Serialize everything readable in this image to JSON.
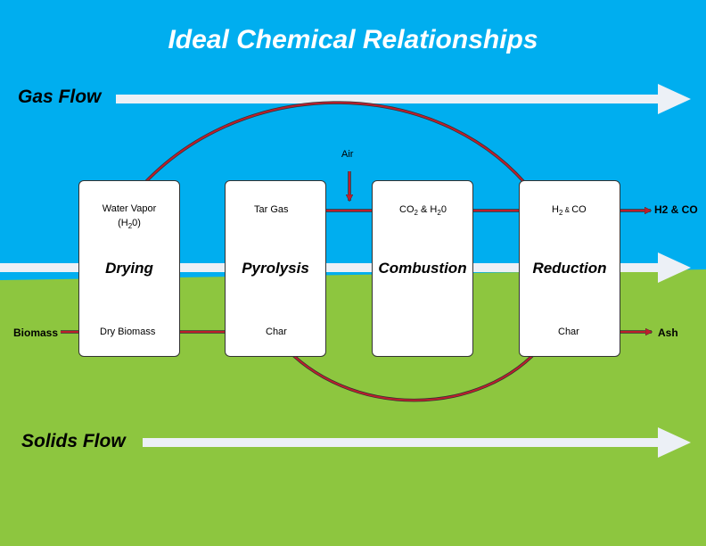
{
  "title": "Ideal Chemical Relationships",
  "flows": {
    "gas": "Gas Flow",
    "solids": "Solids Flow"
  },
  "stages": [
    {
      "name": "Drying"
    },
    {
      "name": "Pyrolysis"
    },
    {
      "name": "Combustion"
    },
    {
      "name": "Reduction"
    }
  ],
  "labels": {
    "biomass": "Biomass",
    "dry_biomass": "Dry Biomass",
    "water_vapor": "Water Vapor",
    "water_formula": {
      "a": "(H",
      "b": "2",
      "c": "0)"
    },
    "tar_gas": "Tar Gas",
    "air": "Air",
    "char_pyro": "Char",
    "co2_h2o": {
      "a": "CO",
      "b": "2",
      "c": " & H",
      "d": "2",
      "e": "0"
    },
    "h2_co": {
      "a": "H",
      "b": "2",
      "c": " & ",
      "d": "CO"
    },
    "char_reduction": "Char",
    "output_gas": "H2 & CO",
    "output_ash": "Ash"
  },
  "colors": {
    "sky": "#00aeef",
    "ground": "#8dc63f",
    "arrow": "#be1e2d",
    "flow_arrow": "#ecf0f6"
  }
}
